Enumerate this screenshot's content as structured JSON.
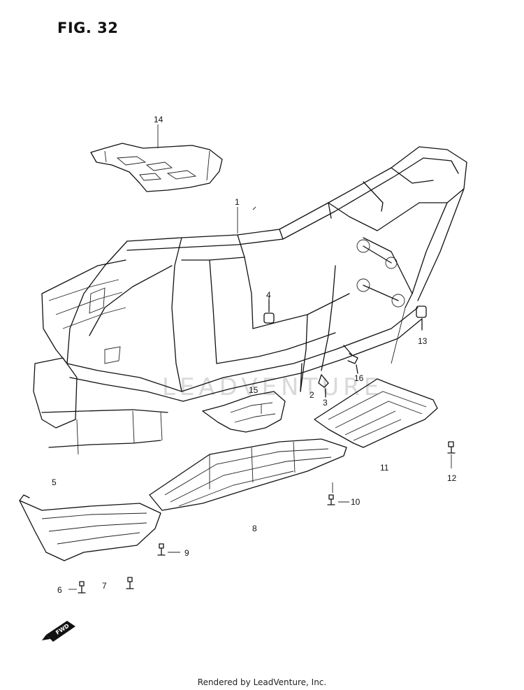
{
  "figure_title": "FIG. 32",
  "footer": "Rendered by LeadVenture, Inc.",
  "watermark": "LEADVENTURE",
  "direction_badge": "FWD",
  "callouts": [
    {
      "id": "c1",
      "text": "1"
    },
    {
      "id": "c2",
      "text": "2"
    },
    {
      "id": "c3",
      "text": "3"
    },
    {
      "id": "c4",
      "text": "4"
    },
    {
      "id": "c5",
      "text": "5"
    },
    {
      "id": "c6",
      "text": "6"
    },
    {
      "id": "c7",
      "text": "7"
    },
    {
      "id": "c8",
      "text": "8"
    },
    {
      "id": "c9",
      "text": "9"
    },
    {
      "id": "c10",
      "text": "10"
    },
    {
      "id": "c11",
      "text": "11"
    },
    {
      "id": "c12",
      "text": "12"
    },
    {
      "id": "c13",
      "text": "13"
    },
    {
      "id": "c14",
      "text": "14"
    },
    {
      "id": "c15",
      "text": "15"
    },
    {
      "id": "c16",
      "text": "16"
    }
  ]
}
